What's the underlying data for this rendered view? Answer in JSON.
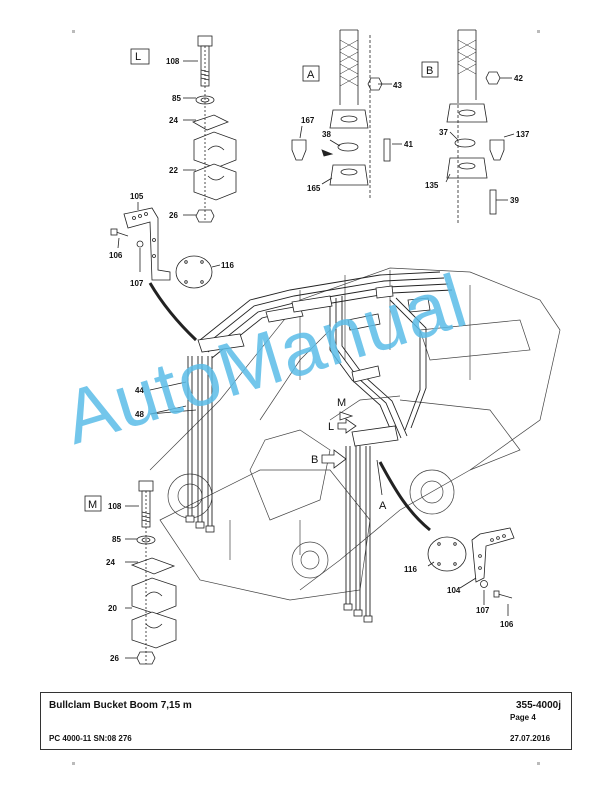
{
  "details": {
    "L": {
      "letter": "L",
      "labels": [
        "108",
        "85",
        "24",
        "22",
        "26"
      ]
    },
    "A": {
      "letter": "A",
      "labels": [
        "43",
        "167",
        "38",
        "41",
        "165"
      ]
    },
    "B": {
      "letter": "B",
      "labels": [
        "42",
        "37",
        "137",
        "135",
        "39"
      ]
    },
    "M": {
      "letter": "M",
      "labels": [
        "108",
        "85",
        "24",
        "20",
        "26"
      ]
    }
  },
  "main_labels": {
    "bracket_upper": [
      "105",
      "106",
      "107",
      "116"
    ],
    "pipes": [
      "44",
      "48"
    ],
    "view_markers": [
      "M",
      "L",
      "B",
      "A"
    ],
    "bracket_lower": [
      "116",
      "104",
      "107",
      "106"
    ]
  },
  "watermark": "AutoManual",
  "footer": {
    "title": "Bullclam Bucket Boom 7,15 m",
    "doc_number": "355-4000j",
    "page": "Page 4",
    "machine": "PC 4000-11 SN:08 276",
    "date": "27.07.2016"
  },
  "colors": {
    "watermark": "#5bbde8",
    "line": "#222222"
  }
}
